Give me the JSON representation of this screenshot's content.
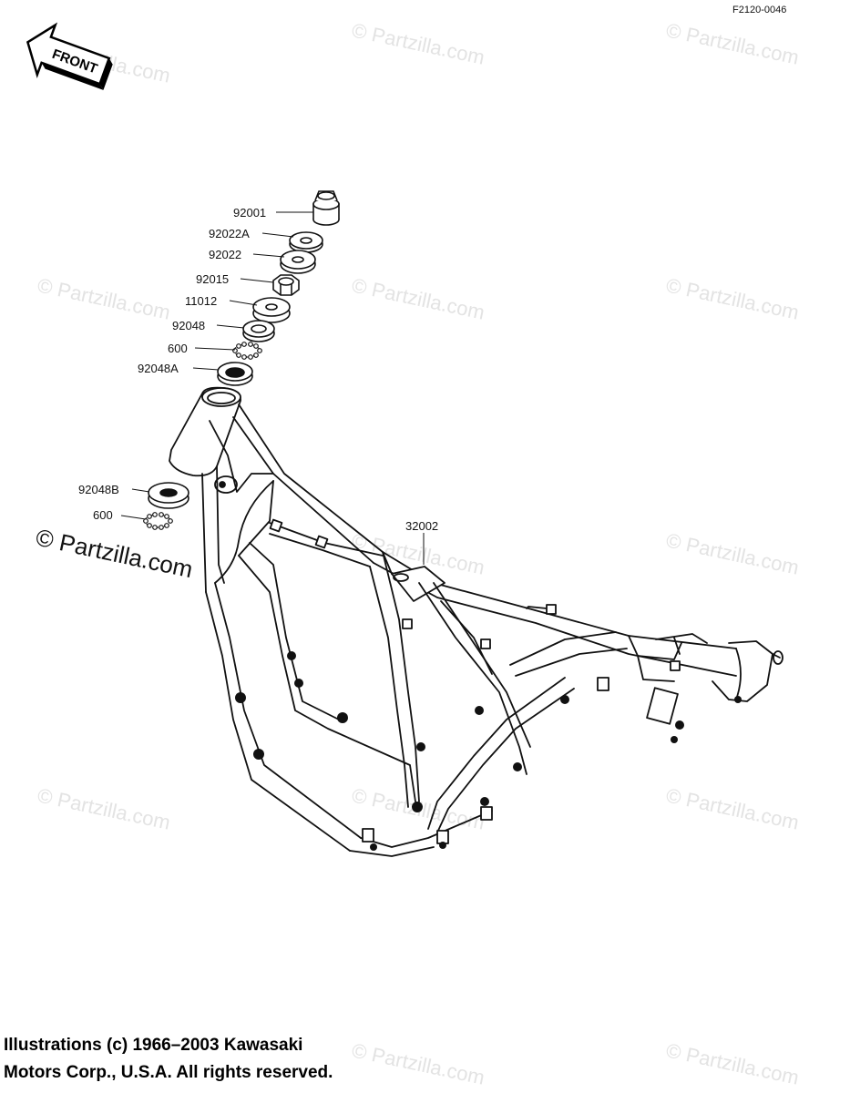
{
  "diagram_code": "F2120-0046",
  "front_label": "FRONT",
  "watermark": "© Partzilla.com",
  "callouts": {
    "p92001": "92001",
    "p92022A": "92022A",
    "p92022": "92022",
    "p92015": "92015",
    "p11012": "11012",
    "p92048": "92048",
    "p600a": "600",
    "p92048A": "92048A",
    "p92048B": "92048B",
    "p600b": "600",
    "p32002": "32002"
  },
  "copyright": {
    "line1": "Illustrations (c) 1966–2003 Kawasaki",
    "line2": "Motors Corp., U.S.A.  All rights reserved."
  }
}
